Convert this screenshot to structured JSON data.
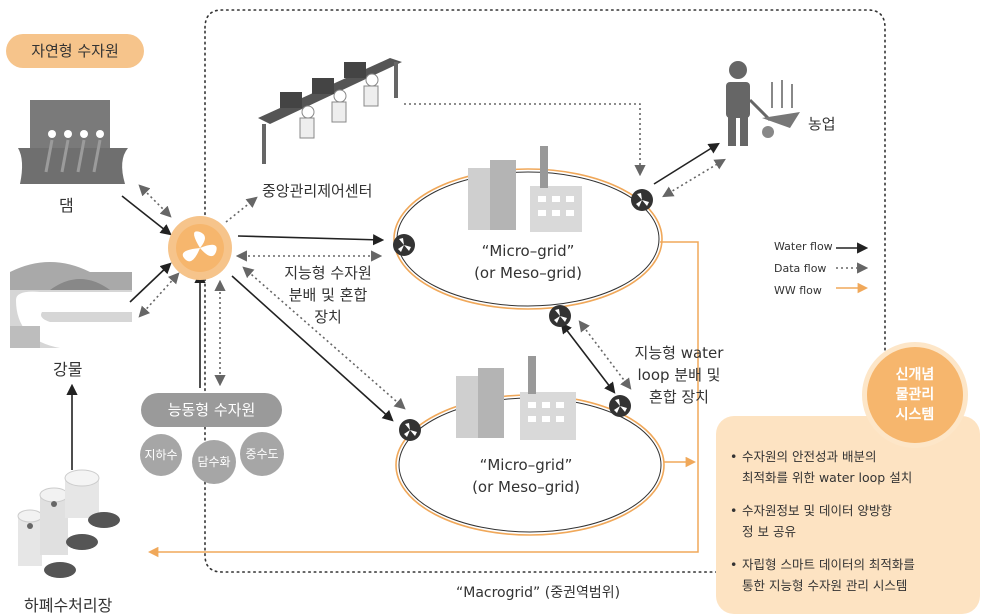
{
  "natural_source": "자연형 수자원",
  "dam_label": "댐",
  "river_label": "강물",
  "wastewater_label": "하폐수처리장",
  "control_center": "중앙관리제어센터",
  "agriculture": "농업",
  "smart_device": {
    "line1": "지능형 수자원",
    "line2": "분배 및 혼합",
    "line3": "장치"
  },
  "active_source": "능동형 수자원",
  "active_items": [
    "지하수",
    "담수화",
    "중수도"
  ],
  "grid_top": {
    "line1": "“Micro–grid”",
    "line2": "(or Meso–grid)"
  },
  "grid_bottom": {
    "line1": "“Micro–grid”",
    "line2": "(or Meso–grid)"
  },
  "loop_device": {
    "line1": "지능형 water",
    "line2": "loop 분배 및",
    "line3": "혼합 장치"
  },
  "macrogrid": "“Macrogrid” (중권역범위)",
  "legend": {
    "water": "Water flow",
    "data": "Data flow",
    "ww": "WW flow"
  },
  "badge": {
    "line1": "신개념",
    "line2": "물관리",
    "line3": "시스템"
  },
  "features": [
    {
      "line1": "수자원의 안전성과 배분의",
      "line2": "최적화를 위한 water loop 설치"
    },
    {
      "line1": "수자원정보 및 데이터 양방향",
      "line2": "정 보 공유"
    },
    {
      "line1": "자립형 스마트 데이터의 최적화를",
      "line2": "통한 지능형 수자원 관리 시스템"
    }
  ],
  "colors": {
    "orange": "#f6b66d",
    "orange_line": "#f0a85a",
    "gray": "#9a9a9a",
    "dark": "#222222",
    "panel": "#fde3c2"
  }
}
